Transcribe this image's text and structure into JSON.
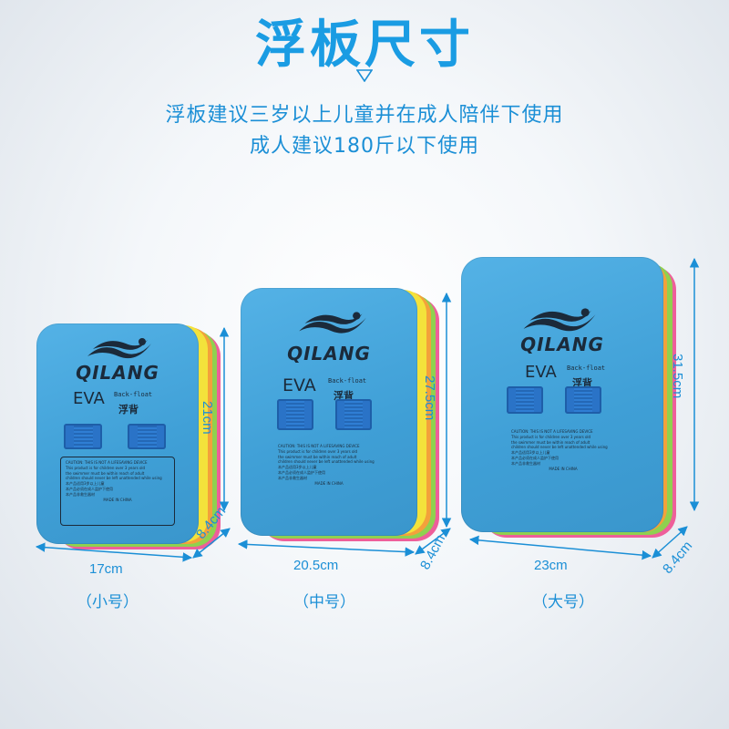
{
  "header": {
    "title": "浮板尺寸",
    "line1": "浮板建议三岁以上儿童并在成人陪伴下使用",
    "line2": "成人建议180斤以下使用"
  },
  "colors": {
    "accent": "#1b8fd6",
    "board_face": "#3f9fd6",
    "layer_yellow": "#f3e23b",
    "layer_orange": "#f3a13b",
    "layer_green": "#8fd14f",
    "layer_pink": "#ee5f9a",
    "strap": "#2a73c7"
  },
  "board_text": {
    "brand": "QILANG",
    "eva": "EVA",
    "back_float": "Back-float",
    "fubei": "浮背",
    "label_lines": [
      "CAUTION: THIS IS NOT A LIFESAVING DEVICE",
      "This product is for children over 3 years old",
      "the swimmer must be within reach of adult",
      "children should never be left unattended while using",
      "本产品适用3岁以上儿童",
      "本产品必须在成人监护下使用",
      "本产品非救生器材"
    ],
    "made_in": "MADE IN CHINA"
  },
  "sizes": [
    {
      "name": "（小号）",
      "width": "17cm",
      "height": "21cm",
      "depth": "8.4cm"
    },
    {
      "name": "（中号）",
      "width": "20.5cm",
      "height": "27.5cm",
      "depth": "8.4cm"
    },
    {
      "name": "（大号）",
      "width": "23cm",
      "height": "31.5cm",
      "depth": "8.4cm"
    }
  ]
}
